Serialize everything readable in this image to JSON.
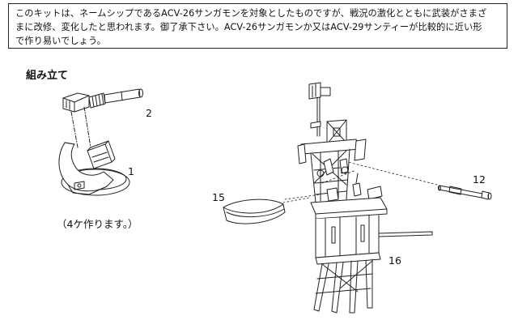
{
  "note": {
    "lines": [
      "このキットは、ネームシップであるACV-26サンガモンを対象としたものですが、戦況の激化とともに武装がさまざ",
      "まに改修、変化したと思われます。御了承下さい。ACV-26サンガモンか又はACV-29サンティーが比較的に近い形",
      "で作り易いでしょう。"
    ]
  },
  "heading": "組み立て",
  "parts": {
    "p1": "1",
    "p2": "2",
    "p12": "12",
    "p15": "15",
    "p16": "16"
  },
  "caption": "（4ケ作ります。）"
}
